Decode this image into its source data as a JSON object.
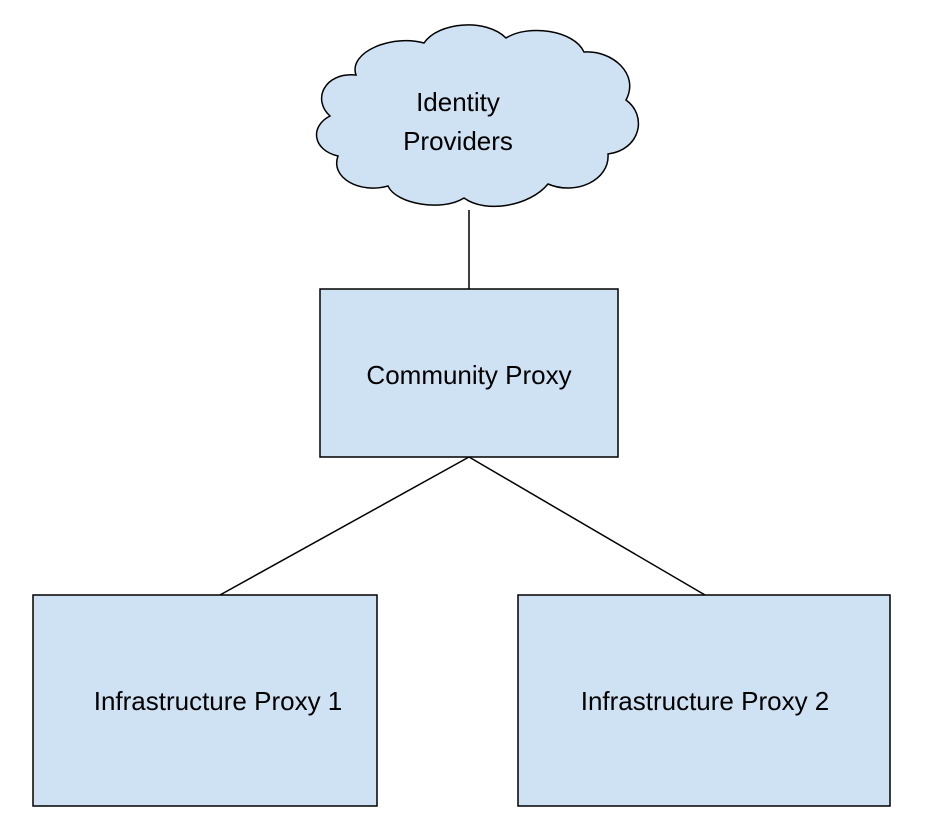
{
  "colors": {
    "node_fill": "#cfe2f3",
    "stroke": "#000000",
    "background": "#ffffff"
  },
  "nodes": {
    "cloud": {
      "shape": "cloud",
      "line1": "Identity",
      "line2": "Providers"
    },
    "community": {
      "shape": "rectangle",
      "label": "Community Proxy"
    },
    "infra1": {
      "shape": "rectangle",
      "label": "Infrastructure Proxy 1"
    },
    "infra2": {
      "shape": "rectangle",
      "label": "Infrastructure Proxy 2"
    }
  },
  "edges": [
    {
      "from": "Identity Providers",
      "to": "Community Proxy"
    },
    {
      "from": "Community Proxy",
      "to": "Infrastructure Proxy 1"
    },
    {
      "from": "Community Proxy",
      "to": "Infrastructure Proxy 2"
    }
  ]
}
